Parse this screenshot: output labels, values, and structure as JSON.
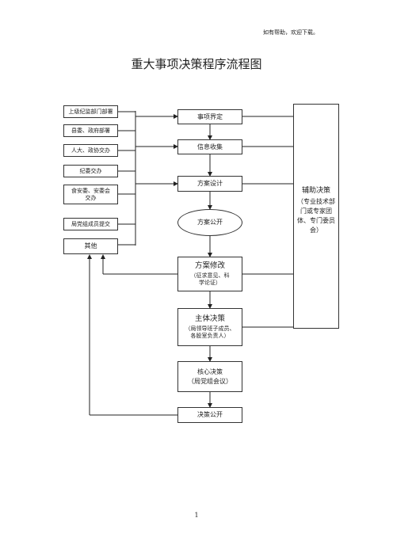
{
  "header_note": "如有帮助，欢迎下载。",
  "title": "重大事项决策程序流程图",
  "left_sources": [
    "上级纪监部门部署",
    "县委、政府部署",
    "人大、政协交办",
    "纪委交办",
    "食安委、安委会交办",
    "局党组成员提交",
    "其他"
  ],
  "steps": {
    "define": "事项界定",
    "collect": "信息收集",
    "design": "方案设计",
    "public": "方案公开",
    "revise_title": "方案修改",
    "revise_note": "（征求意见、科学论证）",
    "main_title": "主体决策",
    "main_note": "（局领导班子成员、各股室负责人）",
    "core_title": "核心决策",
    "core_note": "（局党组会议）",
    "final": "决策公开"
  },
  "aux": {
    "title": "辅助决策",
    "note": "（专业技术部门或专家团体、专门委员会）"
  },
  "page_number": "1"
}
